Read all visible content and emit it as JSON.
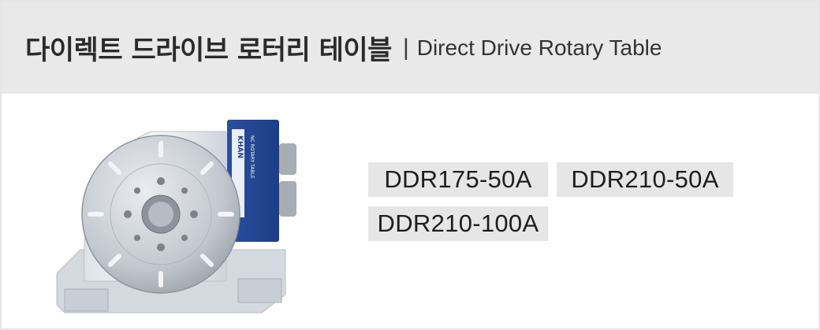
{
  "header": {
    "title_ko": "다이렉트 드라이브 로터리 테이블",
    "separator": "|",
    "title_en": "Direct Drive Rotary Table"
  },
  "product_image": {
    "logo_text": "KHAN",
    "label_text": "NC ROTARY TABLE"
  },
  "models": [
    "DDR175-50A",
    "DDR210-50A",
    "DDR210-100A"
  ]
}
